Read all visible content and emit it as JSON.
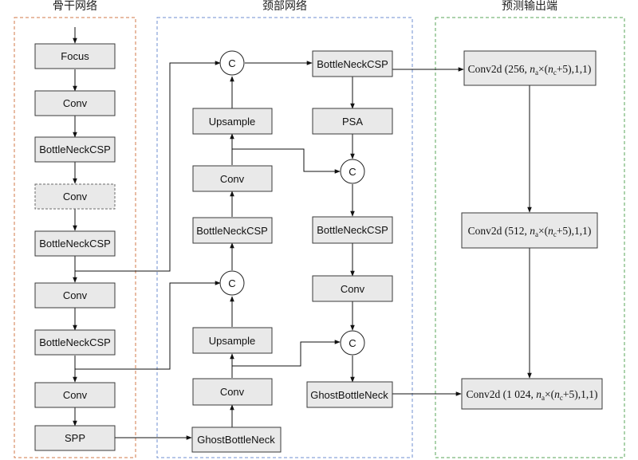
{
  "sections": {
    "backbone": "骨干网络",
    "neck": "颈部网络",
    "head": "预测输出端"
  },
  "backbone": {
    "focus": "Focus",
    "conv1": "Conv",
    "csp1": "BottleNeckCSP",
    "conv2": "Conv",
    "csp2": "BottleNeckCSP",
    "conv3": "Conv",
    "csp3": "BottleNeckCSP",
    "conv4": "Conv",
    "spp": "SPP"
  },
  "neck": {
    "concat1": "C",
    "csp_top": "BottleNeckCSP",
    "upsample1": "Upsample",
    "psa": "PSA",
    "concat3": "C",
    "conv_left1": "Conv",
    "csp_left": "BottleNeckCSP",
    "csp_mid": "BottleNeckCSP",
    "concat2": "C",
    "conv_mid": "Conv",
    "upsample2": "Upsample",
    "concat4": "C",
    "conv_left2": "Conv",
    "ghost_right": "GhostBottleNeck",
    "ghost_bottom": "GhostBottleNeck"
  },
  "head": {
    "h1": {
      "prefix": "Conv2d (256, ",
      "na": "n",
      "na_sub": "a",
      "mid": "×(",
      "nc": "n",
      "nc_sub": "c",
      "suffix": "+5),1,1)"
    },
    "h2": {
      "prefix": "Conv2d (512, ",
      "na": "n",
      "na_sub": "a",
      "mid": "×(",
      "nc": "n",
      "nc_sub": "c",
      "suffix": "+5),1,1)"
    },
    "h3": {
      "prefix": "Conv2d (1 024, ",
      "na": "n",
      "na_sub": "a",
      "mid": "×(",
      "nc": "n",
      "nc_sub": "c",
      "suffix": "+5),1,1)"
    }
  }
}
